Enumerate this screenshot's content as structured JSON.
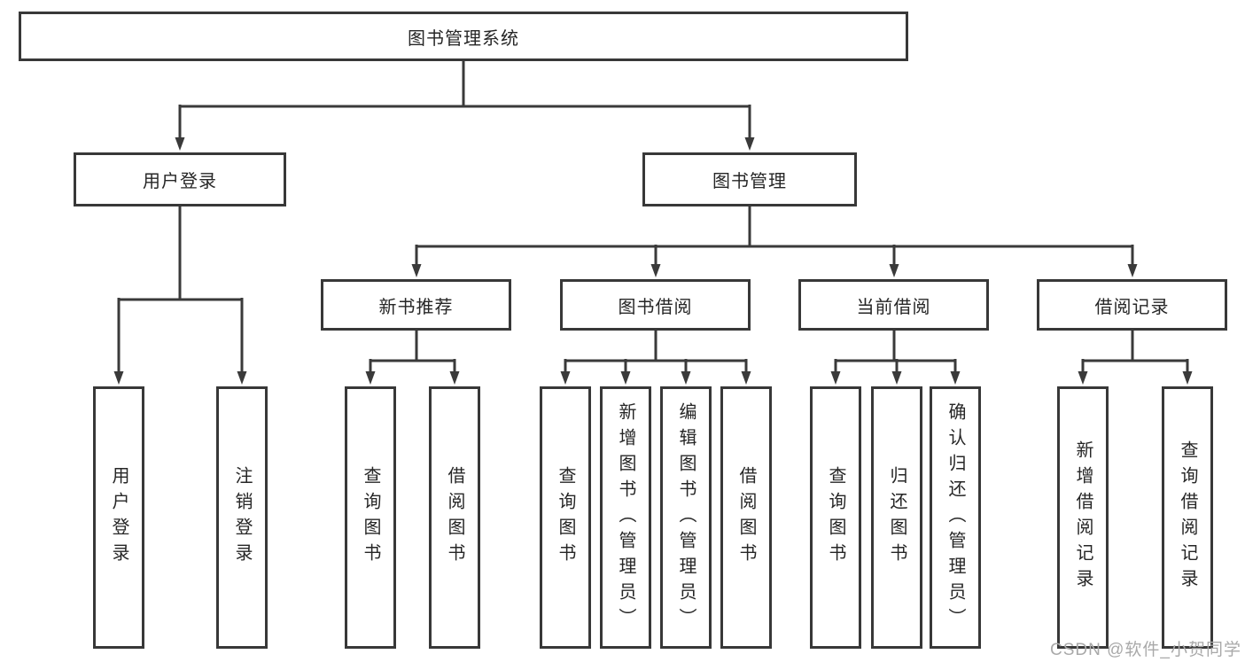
{
  "diagram_title": "图书管理系统",
  "watermark": "CSDN @软件_小贺同学",
  "colors": {
    "line": "#3a3a3a",
    "border": "#383838",
    "text": "#262626",
    "watermark": "#a9a9a9",
    "background": "#ffffff"
  },
  "nodes": {
    "root": {
      "label": "图书管理系统"
    },
    "level2": [
      {
        "label": "用户登录"
      },
      {
        "label": "图书管理"
      }
    ],
    "level3": [
      {
        "label": "新书推荐"
      },
      {
        "label": "图书借阅"
      },
      {
        "label": "当前借阅"
      },
      {
        "label": "借阅记录"
      }
    ],
    "leaves": {
      "user_login": [
        "用户登录",
        "注销登录"
      ],
      "new_books": [
        "查询图书",
        "借阅图书"
      ],
      "book_borrow": [
        "查询图书",
        "新增图书（管理员）",
        "编辑图书（管理员）",
        "借阅图书"
      ],
      "current_borrow": [
        "查询图书",
        "归还图书",
        "确认归还（管理员）"
      ],
      "borrow_records": [
        "新增借阅记录",
        "查询借阅记录"
      ]
    }
  }
}
